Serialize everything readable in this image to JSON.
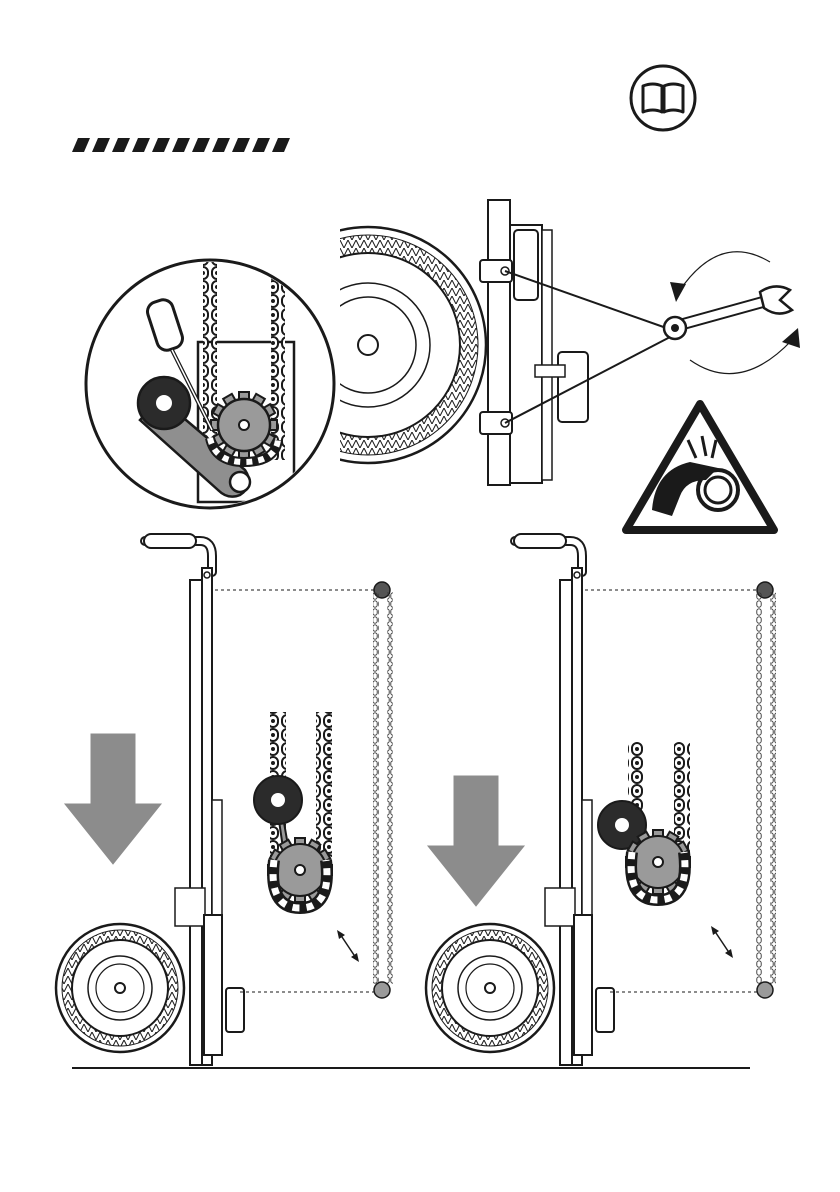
{
  "page": {
    "background": "#ffffff",
    "line": "#1a1a1a",
    "arrow_gray": "#8c8c8c",
    "roller_dark": "#2b2b2b",
    "gear_gray": "#9a9a9a"
  },
  "header": {
    "manual_icon": "book-icon",
    "caution_stripe_count": 11
  },
  "detail_zoom": {
    "tool_icon": "screwdriver-icon",
    "chain_icon": "chain-icon",
    "sprocket_icon": "sprocket-icon"
  },
  "adjustment": {
    "tool_icon": "wrench-icon",
    "rotation_icons": [
      "rotate-ccw-arrow-icon",
      "rotate-cw-arrow-icon"
    ],
    "warning_icon": "hand-entanglement-warning-icon"
  },
  "panels": [
    {
      "id": "left",
      "state": "tension-applied",
      "arrow_icon": "press-down-arrow-icon"
    },
    {
      "id": "right",
      "state": "tension-released",
      "arrow_icon": "press-down-arrow-icon"
    }
  ]
}
